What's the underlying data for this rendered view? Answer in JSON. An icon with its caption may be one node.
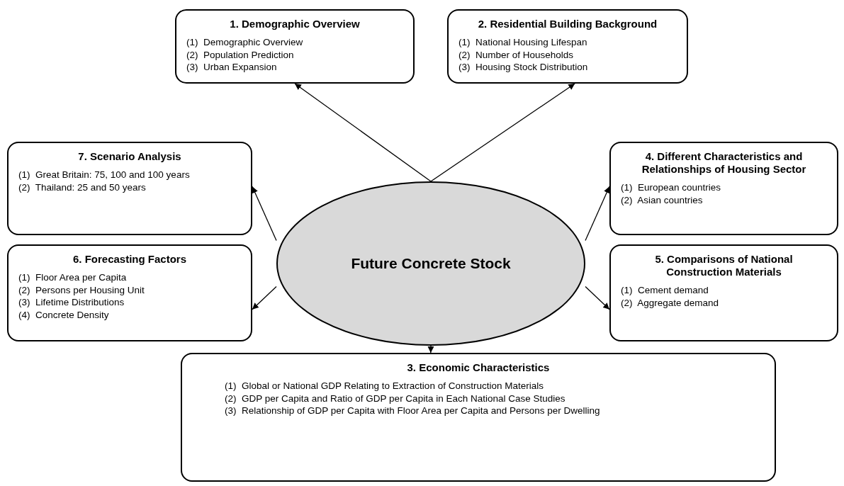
{
  "diagram": {
    "nodes": [
      {
        "text": [
          "1. Demographic Overview",
          "(1)  Demographic Overview",
          "(2)  Population Prediction",
          "(3)  Urban Expansion"
        ]
      },
      {
        "text": [
          "2. Residential Building Background",
          "(1)  National Housing Lifespan",
          "(2)  Number of Households",
          "(3)  Housing Stock Distribution"
        ]
      },
      {
        "text": [
          "7. Scenario Analysis",
          "(1)  Great Britain: 75, 100 and 100 years",
          "(2)  Thailand: 25 and 50 years"
        ]
      },
      {
        "text": [
          "Future Concrete Stock"
        ]
      },
      {
        "text": [
          "4. Different Characteristics and Relationships of Housing Sector",
          "(1)  European countries",
          "(2)  Asian countries"
        ]
      },
      {
        "text": [
          "6. Forecasting Factors",
          "(1)  Floor Area per Capita",
          "(2)  Persons per Housing Unit",
          "(3)  Lifetime Distributions",
          "(4)  Concrete Density"
        ]
      },
      {
        "text": [
          "5. Comparisons of National Construction Materials",
          "(1)  Cement demand",
          "(2)  Aggregate demand"
        ]
      },
      {
        "text": [
          "3. Economic Characteristics",
          "(1)  Global or National GDP Relating to Extraction of Construction Materials",
          "(2)  GDP per Capita and Ratio of GDP per Capita in Each National Case Studies",
          "(3)  Relationship of GDP per Capita with Floor Area per Capita and Persons per Dwelling"
        ]
      }
    ],
    "edges": [
      {
        "from": 3,
        "to": 0,
        "arrow": "to"
      },
      {
        "from": 3,
        "to": 1,
        "arrow": "to"
      },
      {
        "from": 3,
        "to": 2,
        "arrow": "to"
      },
      {
        "from": 3,
        "to": 4,
        "arrow": "to"
      },
      {
        "from": 3,
        "to": 5,
        "arrow": "to"
      },
      {
        "from": 3,
        "to": 6,
        "arrow": "to"
      },
      {
        "from": 3,
        "to": 7,
        "arrow": "to"
      }
    ]
  }
}
